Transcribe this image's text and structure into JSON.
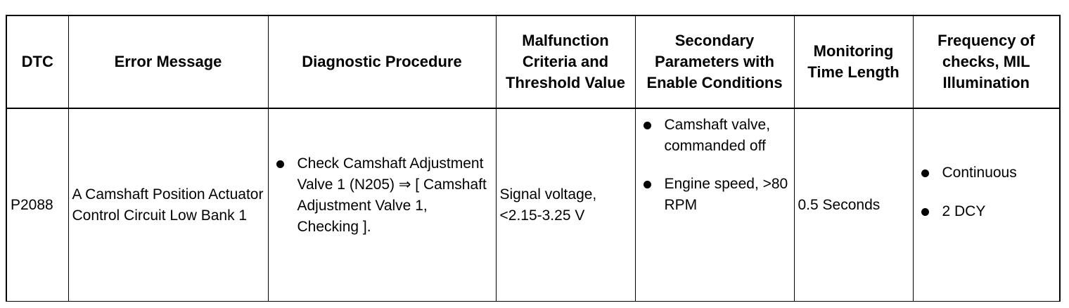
{
  "table": {
    "headers": [
      "DTC",
      "Error Message",
      "Diagnostic Procedure",
      "Malfunction Criteria and Threshold Value",
      "Secondary Parameters with Enable Conditions",
      "Monitoring Time Length",
      "Frequency of checks, MIL Illumination"
    ],
    "row": {
      "dtc": "P2088",
      "error_message": "A Camshaft Position Actuator Control Circuit Low Bank 1",
      "diagnostic_procedure": [
        "Check Camshaft Adjustment Valve 1 (N205) ⇒ [ Camshaft Adjustment Valve 1, Checking ]."
      ],
      "malfunction_criteria": "Signal voltage, <2.15-3.25 V",
      "secondary_parameters": [
        "Camshaft valve, commanded off",
        "Engine speed, >80 RPM"
      ],
      "monitoring_time": "0.5 Seconds",
      "frequency": [
        "Continuous",
        "2 DCY"
      ]
    }
  }
}
